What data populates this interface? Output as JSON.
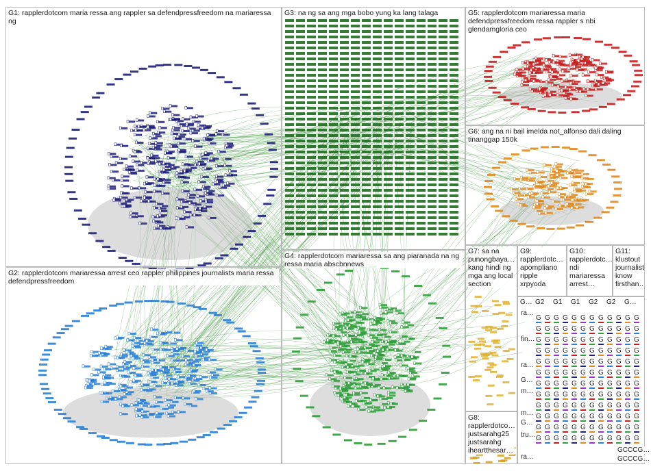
{
  "graph": {
    "edge_color": "#2e8b2e",
    "groups": [
      {
        "id": "G1",
        "label": "G1: rapplerdotcom maria ressa ang rappler sa defendpressfreedom na mariaressa ng",
        "color": "#1f1f7a"
      },
      {
        "id": "G2",
        "label": "G2: rapplerdotcom mariaressa arrest ceo rappler philippines journalists maria ressa defendpressfreedom",
        "color": "#2a7fd4"
      },
      {
        "id": "G3",
        "label": "G3: na ng sa ang mga bobo yung ka lang talaga",
        "color": "#1f6b1f"
      },
      {
        "id": "G4",
        "label": "G4: rapplerdotcom mariaressa sa ang piaranada na ng ressa maria abscbnnews",
        "color": "#2e9e3a"
      },
      {
        "id": "G5",
        "label": "G5: rapplerdotcom mariaressa maria defendpressfreedom ressa rappler s nbi glendamgloria ceo",
        "color": "#c41e1e"
      },
      {
        "id": "G6",
        "label": "G6: ang na ni bail imelda not_alfonso dali daling tinanggap 150k",
        "color": "#e08a1e"
      },
      {
        "id": "G7",
        "label": "G7: sa na punongbaya… kang hindi ng mga ang local section",
        "color": "#e0b030"
      },
      {
        "id": "G8",
        "label": "G8: rapplerdotco… justsarahg25 justsarahg iheartthesar…",
        "color": "#d4a020"
      },
      {
        "id": "G9",
        "label": "G9: rapplerdotc… apompliano ripple xrpyoda",
        "color": "#888888"
      },
      {
        "id": "G10",
        "label": "G10: rapplerdotc… ndi mariaressa arrest…",
        "color": "#888888"
      },
      {
        "id": "G11",
        "label": "G11: klustout journalist know firsthan…",
        "color": "#888888"
      }
    ],
    "small_groups": {
      "row1": [
        "G…",
        "G2",
        "G1",
        "G1",
        "G2",
        "G2",
        "G…"
      ],
      "col_left": [
        "ra…",
        "fin…",
        "ra…",
        "G…",
        "m…",
        "m…",
        "G…",
        "tru…",
        "ra…"
      ],
      "grid_char": "G",
      "tail_a": "GCCCG…",
      "tail_b": "GCCCG…"
    }
  }
}
